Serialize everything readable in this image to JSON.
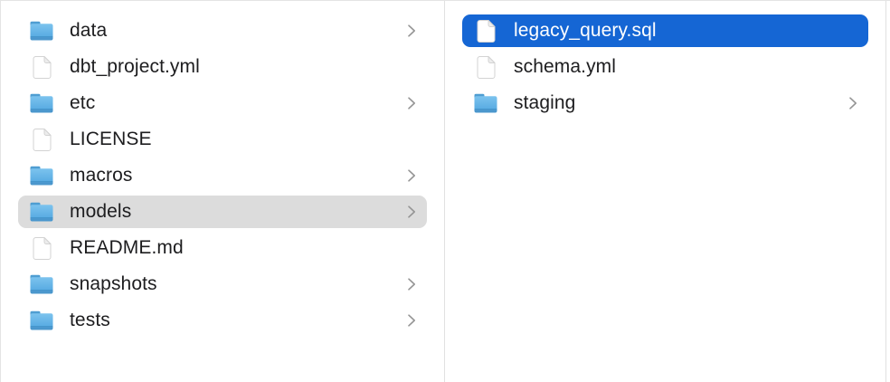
{
  "app": "finder-column-view",
  "colors": {
    "background": "#ffffff",
    "selection_active": "#1566d4",
    "selection_inactive": "#dcdcdc",
    "text": "#1d1d1f",
    "text_selected": "#ffffff",
    "chevron": "#949494",
    "divider": "#e1e1e1",
    "folder_top": "#7cc3ee",
    "folder_bottom": "#4b97cd"
  },
  "columns": [
    {
      "name": "column-1",
      "items": [
        {
          "label": "data",
          "type": "folder",
          "has_chevron": true,
          "selected": false,
          "selection_style": null
        },
        {
          "label": "dbt_project.yml",
          "type": "file",
          "has_chevron": false,
          "selected": false,
          "selection_style": null
        },
        {
          "label": "etc",
          "type": "folder",
          "has_chevron": true,
          "selected": false,
          "selection_style": null
        },
        {
          "label": "LICENSE",
          "type": "file",
          "has_chevron": false,
          "selected": false,
          "selection_style": null
        },
        {
          "label": "macros",
          "type": "folder",
          "has_chevron": true,
          "selected": false,
          "selection_style": null
        },
        {
          "label": "models",
          "type": "folder",
          "has_chevron": true,
          "selected": true,
          "selection_style": "inactive"
        },
        {
          "label": "README.md",
          "type": "file",
          "has_chevron": false,
          "selected": false,
          "selection_style": null
        },
        {
          "label": "snapshots",
          "type": "folder",
          "has_chevron": true,
          "selected": false,
          "selection_style": null
        },
        {
          "label": "tests",
          "type": "folder",
          "has_chevron": true,
          "selected": false,
          "selection_style": null
        }
      ]
    },
    {
      "name": "column-2",
      "items": [
        {
          "label": "legacy_query.sql",
          "type": "file",
          "has_chevron": false,
          "selected": true,
          "selection_style": "active"
        },
        {
          "label": "schema.yml",
          "type": "file",
          "has_chevron": false,
          "selected": false,
          "selection_style": null
        },
        {
          "label": "staging",
          "type": "folder",
          "has_chevron": true,
          "selected": false,
          "selection_style": null
        }
      ]
    }
  ]
}
